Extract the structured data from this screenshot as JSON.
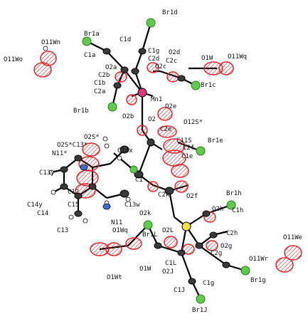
{
  "figure": {
    "type": "ORTEP crystal structure diagram",
    "colors": {
      "bromine": "#5ecb4c",
      "oxygen": "#e0262b",
      "manganese": "#d83a7a",
      "nitrogen": "#3a6fd8",
      "carbon": "#2b2b2b",
      "hydrogen": "#ffffff",
      "bond": "#000000",
      "background": "#ffffff"
    },
    "labels": {
      "Br1d": "Br1d",
      "O11Wn": "O11Wn",
      "Br1a": "Br1a",
      "C1d": "C1d",
      "O11Wo": "O11Wo",
      "C1a": "C1a",
      "C1g": "C1g",
      "O2d": "O2d",
      "O1W": "O1W",
      "O11Wq": "O11Wq",
      "O2a": "O2a",
      "C2d": "C2d",
      "C2c": "C2c",
      "C2b": "C2b",
      "O2c": "O2c",
      "C1b": "C1b",
      "C2a": "C2a",
      "Br1c": "Br1c",
      "Mn1": "Mn1",
      "Br1b": "Br1b",
      "O2e": "O2e",
      "O2b": "O2b",
      "O2": "O2",
      "O12S": "O12S*",
      "C2e": "C2e",
      "C11S": "C11S",
      "Br1e": "Br1e",
      "O2S": "O2S*",
      "C13x": "O2S*C13*",
      "N11x": "N11*",
      "C14x": "C14x",
      "C2f": "C2f",
      "C1e": "C1e",
      "C13y": "C13y",
      "C12": "C12",
      "C1": "C1",
      "C2k": "C2k",
      "O2f": "O2f",
      "Br1h": "Br1h",
      "C13w": "C13w",
      "C14y": "C14y",
      "C14": "C14",
      "C15": "C15",
      "O2k": "O2k",
      "C1h": "C1h",
      "O2h": "O2h",
      "N11": "N11",
      "O1Wq": "O1Wq",
      "C13": "C13",
      "Br1L": "Br1L",
      "O2L": "O2L",
      "C2h": "C2h",
      "O11We": "O11We",
      "O2g": "O2g",
      "C2g": "C2g",
      "C1L": "C1L",
      "O11Wr": "O11Wr",
      "O1W2": "O1W",
      "O2J": "O2J",
      "O1Wt": "O1Wt",
      "C1g2": "C1g",
      "Br1g": "Br1g",
      "C1J": "C1J",
      "Br1J": "Br1J"
    }
  }
}
